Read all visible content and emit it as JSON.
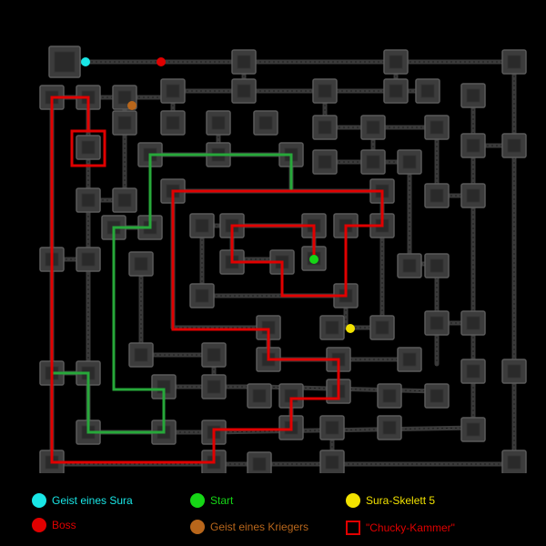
{
  "colors": {
    "background": "#000000",
    "corridor": "#3a3a3a",
    "room": "#3c3c3c",
    "room_border": "#5a5a5a",
    "green_path": "#27a83a",
    "red_path": "#e00000",
    "sura_ghost": "#19e6e6",
    "boss": "#e00000",
    "start": "#16d616",
    "warrior_ghost": "#b8661b",
    "sura_skeleton": "#f2e200",
    "chucky_box": "#e00000"
  },
  "legend": {
    "sura_ghost": {
      "label": "Geist eines Sura",
      "icon": "cyan-dot"
    },
    "boss": {
      "label": "Boss",
      "icon": "red-dot"
    },
    "start": {
      "label": "Start",
      "icon": "green-dot"
    },
    "warrior_ghost": {
      "label": "Geist eines Kriegers",
      "icon": "orange-dot"
    },
    "sura_skeleton": {
      "label": "Sura-Skelett 5",
      "icon": "yellow-dot"
    },
    "chucky": {
      "label": "\"Chucky-Kammer\"",
      "icon": "red-square"
    }
  }
}
